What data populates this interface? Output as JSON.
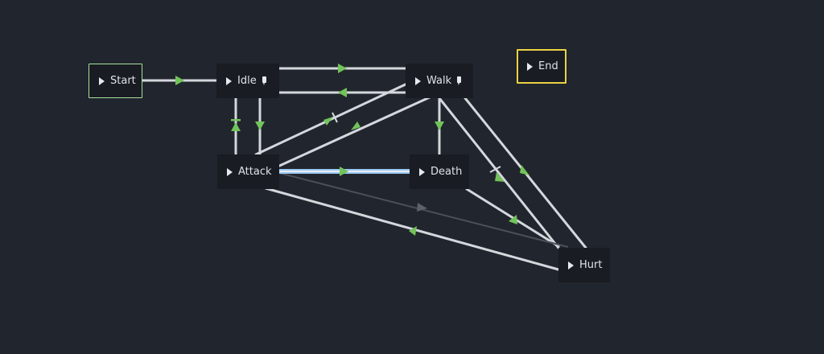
{
  "nodes": {
    "start": "Start",
    "end": "End",
    "idle": "Idle",
    "walk": "Walk",
    "attack": "Attack",
    "death": "Death",
    "hurt": "Hurt"
  },
  "colors": {
    "background": "#21252d",
    "node": "#191c22",
    "line": "#d4d7dc",
    "arrow": "#72c35a",
    "start_border": "#a6e1a0",
    "end_border": "#e8d244",
    "active_line": "#9cc8f2"
  },
  "icons": [
    "play-icon",
    "edit-icon"
  ]
}
